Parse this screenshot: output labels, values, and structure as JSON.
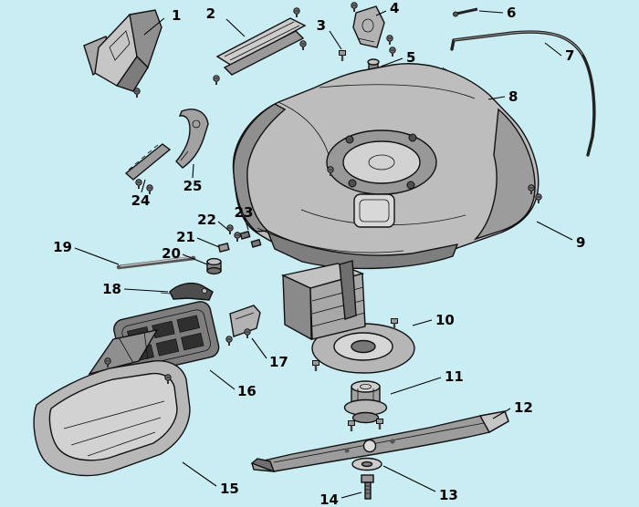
{
  "diagram": {
    "type": "exploded-parts-diagram",
    "subject": "lawn-mower-deck-and-blade-assembly",
    "background_color": "#c9edf3",
    "line_color": "#000000",
    "callouts": [
      {
        "n": "1"
      },
      {
        "n": "2"
      },
      {
        "n": "3"
      },
      {
        "n": "4"
      },
      {
        "n": "5"
      },
      {
        "n": "6"
      },
      {
        "n": "7"
      },
      {
        "n": "8"
      },
      {
        "n": "9"
      },
      {
        "n": "10"
      },
      {
        "n": "11"
      },
      {
        "n": "12"
      },
      {
        "n": "13"
      },
      {
        "n": "14"
      },
      {
        "n": "15"
      },
      {
        "n": "16"
      },
      {
        "n": "17"
      },
      {
        "n": "18"
      },
      {
        "n": "19"
      },
      {
        "n": "20"
      },
      {
        "n": "21"
      },
      {
        "n": "22"
      },
      {
        "n": "23"
      },
      {
        "n": "24"
      },
      {
        "n": "25"
      }
    ]
  }
}
